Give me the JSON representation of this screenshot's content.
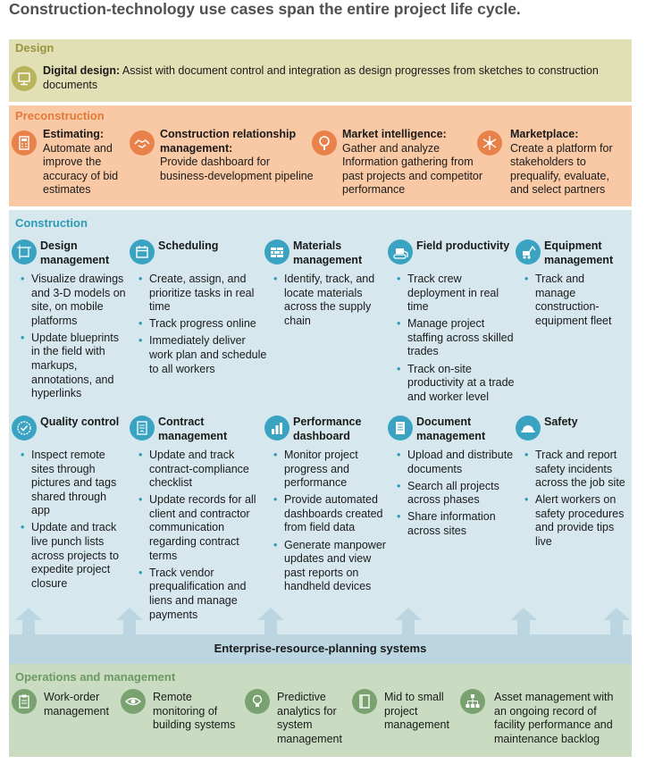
{
  "title": "Construction-technology use cases span the entire project life cycle.",
  "design": {
    "label": "Design",
    "item": {
      "icon": "monitor-icon",
      "title": "Digital design:",
      "text": "Assist with document control and integration as design progresses from sketches to construction documents"
    }
  },
  "preconstruction": {
    "label": "Preconstruction",
    "items": [
      {
        "icon": "calculator-icon",
        "title": "Estimating:",
        "text": "Automate and improve the accuracy of bid estimates"
      },
      {
        "icon": "handshake-icon",
        "title": "Construction relationship management:",
        "text": "Provide dashboard for business-development pipeline"
      },
      {
        "icon": "magnifier-icon",
        "title": "Market intelligence:",
        "text": "Gather and analyze Information gathering from past projects and competitor performance"
      },
      {
        "icon": "network-icon",
        "title": "Marketplace:",
        "text": "Create a platform for stakeholders to prequalify, evaluate, and select partners"
      }
    ]
  },
  "construction": {
    "label": "Construction",
    "row1": [
      {
        "icon": "design-cube-icon",
        "title": "Design management",
        "bullets": [
          "Visualize drawings and 3-D models on site, on mobile platforms",
          "Update blueprints in the field with markups, annotations, and hyperlinks"
        ]
      },
      {
        "icon": "calendar-icon",
        "title": "Scheduling",
        "bullets": [
          "Create, assign, and prioritize tasks in real time",
          "Track progress online",
          "Immediately deliver work plan and schedule to all workers"
        ]
      },
      {
        "icon": "bricks-icon",
        "title": "Materials management",
        "bullets": [
          "Identify, track, and locate materials across the supply chain"
        ]
      },
      {
        "icon": "bulldozer-icon",
        "title": "Field productivity",
        "bullets": [
          "Track crew deployment in real time",
          "Manage project staffing across skilled trades",
          "Track on-site productivity at a trade and worker level"
        ]
      },
      {
        "icon": "excavator-icon",
        "title": "Equipment management",
        "bullets": [
          "Track and manage construction-equipment fleet"
        ]
      }
    ],
    "row2": [
      {
        "icon": "quality-check-icon",
        "title": "Quality control",
        "bullets": [
          "Inspect remote sites through pictures and tags shared through app",
          "Update and track live punch lists across projects to expedite project closure"
        ]
      },
      {
        "icon": "contract-icon",
        "title": "Contract management",
        "bullets": [
          "Update and track contract-compliance checklist",
          "Update records for all client and contractor communication regarding contract terms",
          "Track vendor prequalification and liens and manage payments"
        ]
      },
      {
        "icon": "bar-chart-icon",
        "title": "Performance dashboard",
        "bullets": [
          "Monitor project progress and performance",
          "Provide automated dashboards created from field data",
          "Generate manpower updates and view past reports on handheld devices"
        ]
      },
      {
        "icon": "document-icon",
        "title": "Document management",
        "bullets": [
          "Upload and distribute documents",
          "Search all projects across phases",
          "Share information across sites"
        ]
      },
      {
        "icon": "hard-hat-icon",
        "title": "Safety",
        "bullets": [
          "Track and report safety incidents across the job site",
          "Alert workers on safety procedures and provide tips live"
        ]
      }
    ]
  },
  "erp": {
    "label": "Enterprise-resource-planning systems"
  },
  "operations": {
    "label": "Operations and management",
    "items": [
      {
        "icon": "clipboard-icon",
        "text": "Work-order management"
      },
      {
        "icon": "eye-icon",
        "text": "Remote monitoring of building systems"
      },
      {
        "icon": "lightbulb-icon",
        "text": "Predictive analytics for system management"
      },
      {
        "icon": "binder-icon",
        "text": "Mid to small project management"
      },
      {
        "icon": "org-chart-icon",
        "text": "Asset management with an ongoing record of facility performance and maintenance backlog"
      }
    ]
  },
  "colors": {
    "design": "#e1dfb4",
    "preconstruction": "#f8c9a4",
    "construction": "#d6e8ee",
    "erp": "#bcd6e1",
    "operations": "#c9dcc2"
  }
}
